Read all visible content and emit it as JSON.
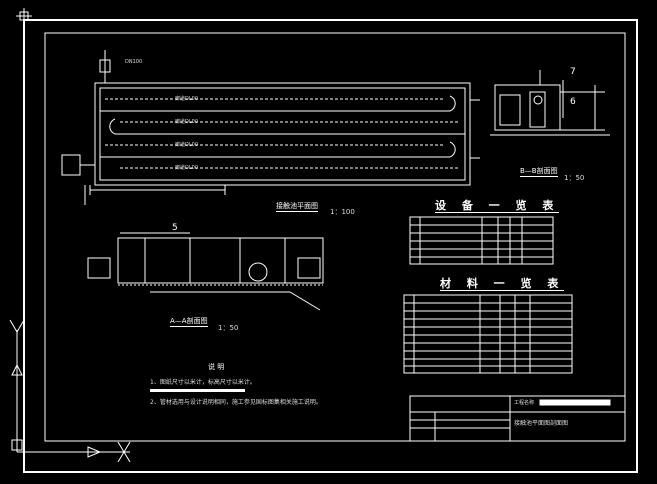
{
  "drawing": {
    "plan_title": "接触池平面图",
    "plan_scale": "1：100",
    "section_aa_title": "A—A剖面图",
    "section_aa_scale": "1：50",
    "section_bb_title": "B—B剖面图",
    "section_bb_scale": "1：50",
    "equipment_table_title": "设 备 一 览 表",
    "materials_table_title": "材 料 一 览 表",
    "notes_title": "说 明",
    "notes": [
      "1、图纸尺寸以米计，标高尺寸以米计。",
      "2、管材选用与设计说明相同，施工参见国标图集相关施工说明。"
    ],
    "titleblock_project_label": "工程名称",
    "titleblock_drawing_name": "接触池平面图剖面图",
    "pipe_label": "DN100",
    "section_mark_5": "5",
    "section_mark_6": "6",
    "section_mark_7": "7",
    "channel_label": "廊道DL00"
  },
  "colors": {
    "background": "#000000",
    "line": "#ffffff",
    "accent": "#cccccc"
  }
}
